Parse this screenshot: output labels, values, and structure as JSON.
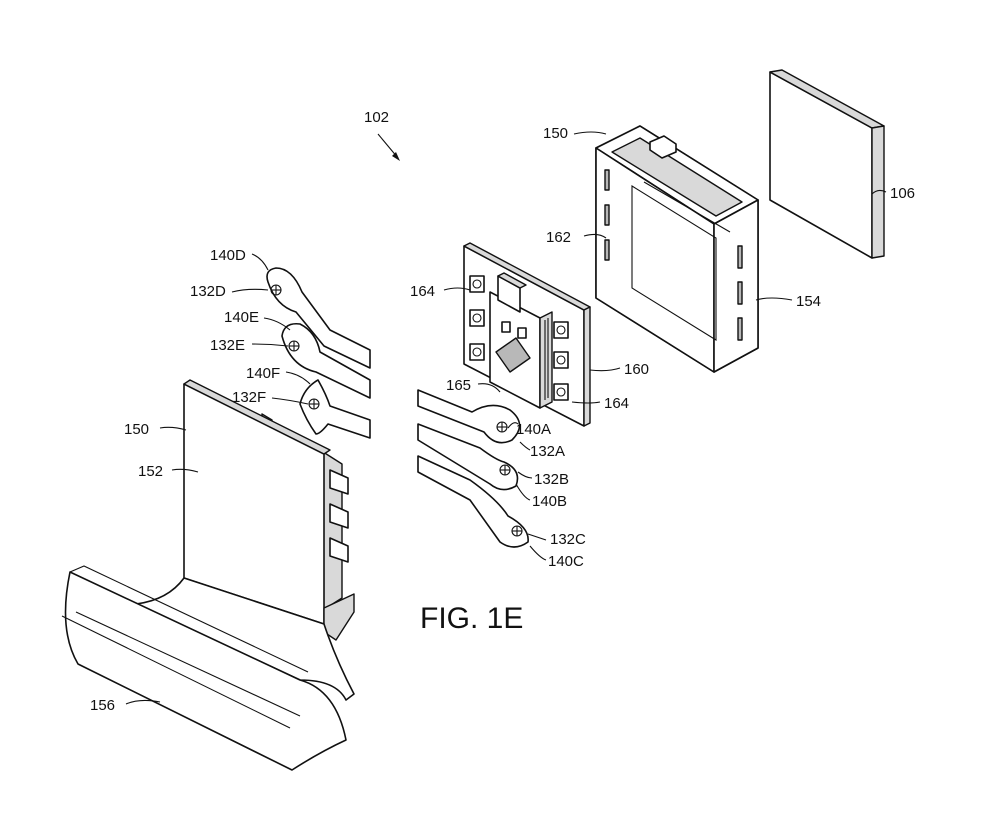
{
  "figure": {
    "caption": "FIG. 1E",
    "labels": {
      "assembly": "102",
      "frame_top": "150",
      "frame_bottom": "150",
      "panel": "106",
      "frame_side": "154",
      "slots": "162",
      "board": "160",
      "components_left": "164",
      "components_right": "164",
      "chip": "165",
      "board_face": "152",
      "base": "156",
      "arm_140A": "140A",
      "arm_140B": "140B",
      "arm_140C": "140C",
      "arm_140D": "140D",
      "arm_140E": "140E",
      "arm_140F": "140F",
      "pivot_132A": "132A",
      "pivot_132B": "132B",
      "pivot_132C": "132C",
      "pivot_132D": "132D",
      "pivot_132E": "132E",
      "pivot_132F": "132F"
    }
  }
}
